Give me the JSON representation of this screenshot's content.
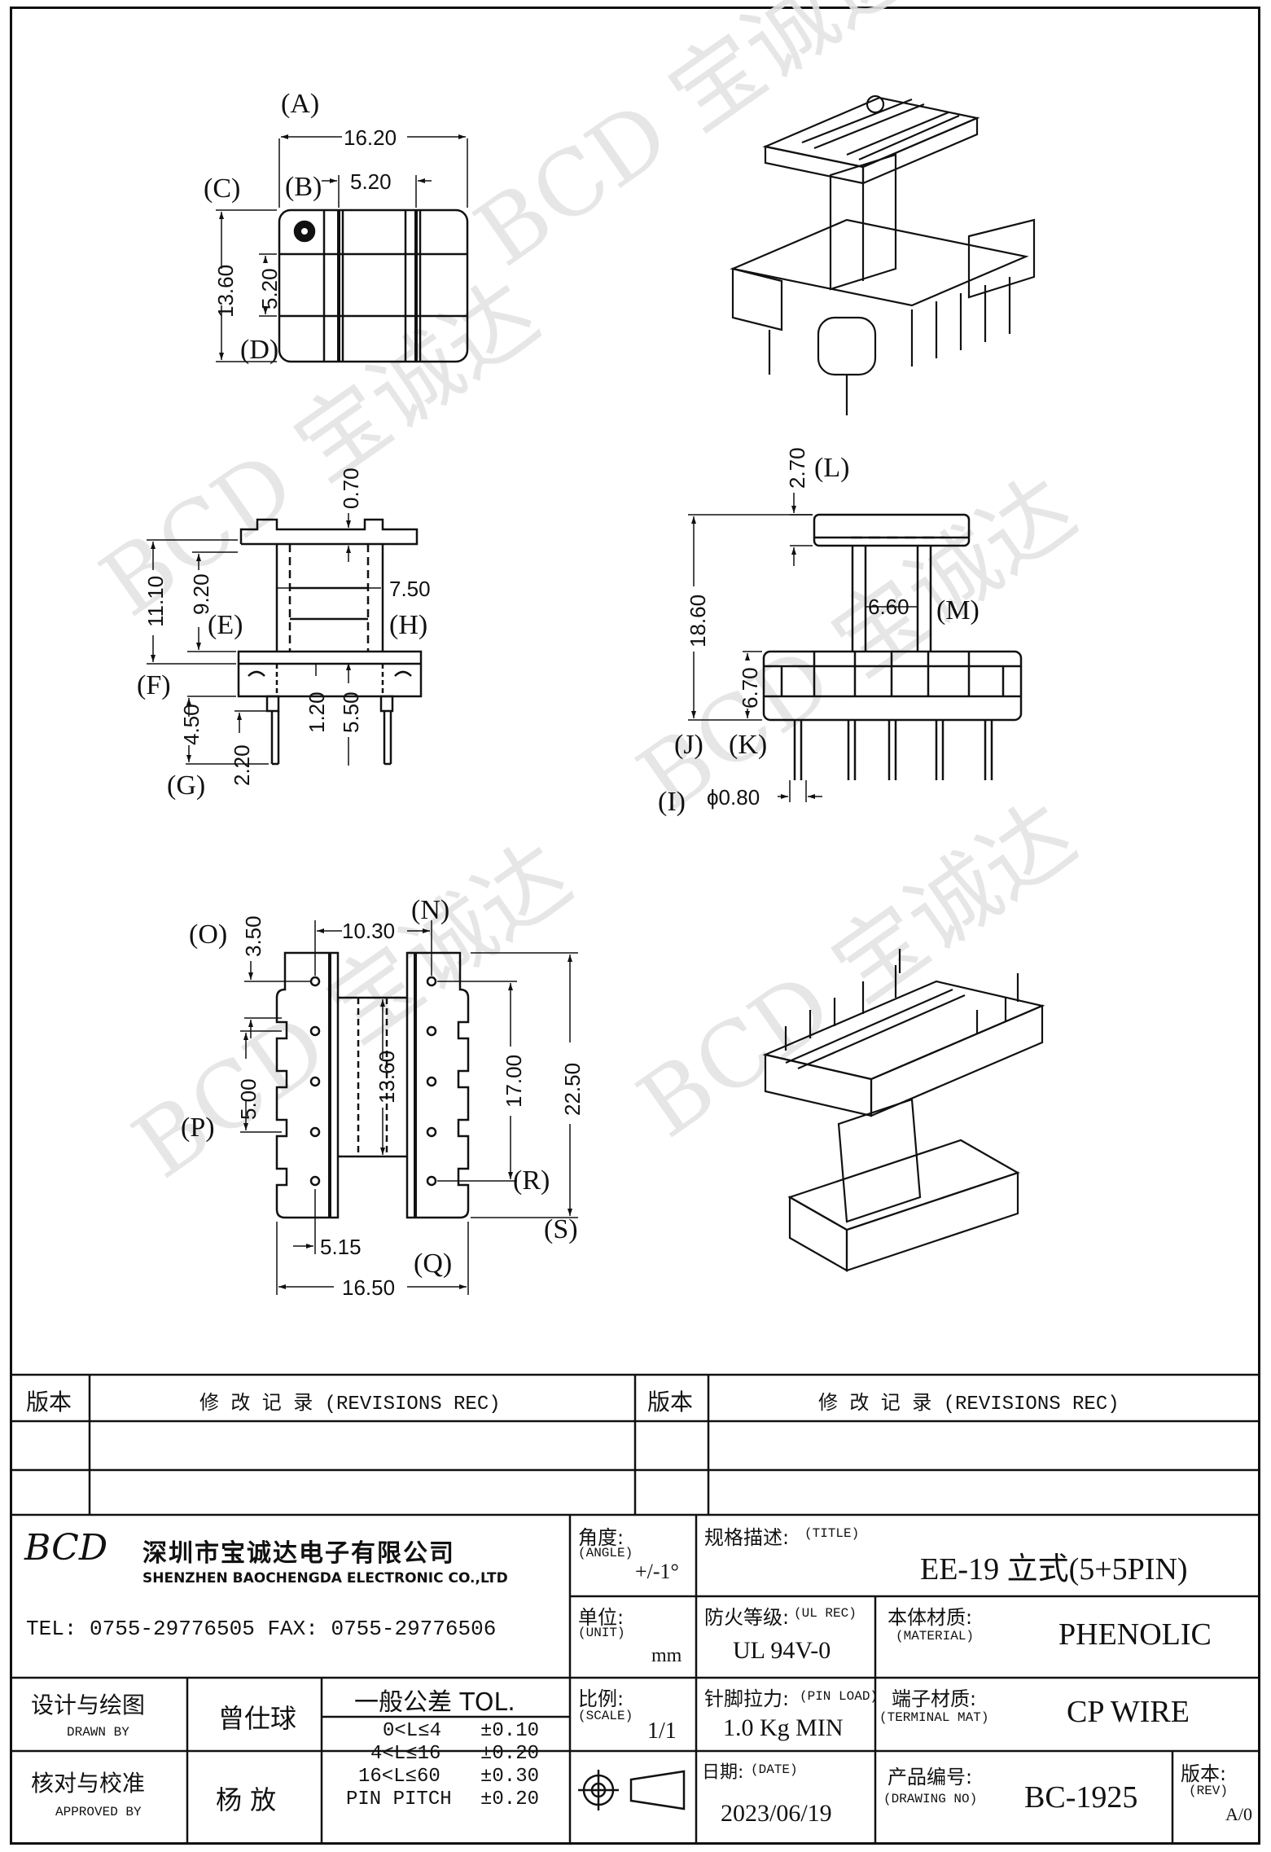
{
  "labels": {
    "A": "(A)",
    "B": "(B)",
    "C": "(C)",
    "D": "(D)",
    "E": "(E)",
    "F": "(F)",
    "G": "(G)",
    "H": "(H)",
    "I": "(I)",
    "J": "(J)",
    "K": "(K)",
    "L": "(L)",
    "M": "(M)",
    "N": "(N)",
    "O": "(O)",
    "P": "(P)",
    "Q": "(Q)",
    "R": "(R)",
    "S": "(S)"
  },
  "dims": {
    "A": "16.20",
    "B": "5.20",
    "C": "13.60",
    "D": "5.20",
    "v070": "0.70",
    "v750": "7.50",
    "v1110": "11.10",
    "v920": "9.20",
    "v550": "5.50",
    "v120": "1.20",
    "v450": "4.50",
    "v220": "2.20",
    "L": "2.70",
    "M": "6.60",
    "J": "18.60",
    "K": "6.70",
    "I": "ϕ0.80",
    "O": "3.50",
    "N": "10.30",
    "P": "5.00",
    "mid": "13.60",
    "R": "17.00",
    "S": "22.50",
    "Q": "5.15",
    "bottom": "16.50"
  },
  "watermark": "BCD 宝诚达",
  "revisions": {
    "ver_label": "版本",
    "rec_label": "修 改 记 录 (REVISIONS REC)"
  },
  "company": {
    "logo": "BCD",
    "name_cn": "深圳市宝诚达电子有限公司",
    "name_en": "SHENZHEN BAOCHENGDA ELECTRONIC CO.,LTD",
    "contact": "TEL: 0755-29776505  FAX: 0755-29776506"
  },
  "titleblock": {
    "angle_cn": "角度:",
    "angle_en": "(ANGLE)",
    "angle_val": "+/-1°",
    "title_cn": "规格描述:",
    "title_en": "(TITLE)",
    "title_val": "EE-19 立式(5+5PIN)",
    "unit_cn": "单位:",
    "unit_en": "(UNIT)",
    "unit_val": "mm",
    "fire_cn": "防火等级:",
    "fire_en": "(UL REC)",
    "fire_val": "UL 94V-0",
    "mat_cn": "本体材质:",
    "mat_en": "(MATERIAL)",
    "mat_val": "PHENOLIC",
    "design_cn": "设计与绘图",
    "design_en": "DRAWN BY",
    "design_val": "曾仕球",
    "tol_title": "一般公差 TOL.",
    "tol_rows": [
      {
        "range": "0<L≤4",
        "tol": "±0.10"
      },
      {
        "range": "4<L≤16",
        "tol": "±0.20"
      },
      {
        "range": "16<L≤60",
        "tol": "±0.30"
      },
      {
        "range": "PIN PITCH",
        "tol": "±0.20"
      }
    ],
    "scale_cn": "比例:",
    "scale_en": "(SCALE)",
    "scale_val": "1/1",
    "pin_cn": "针脚拉力:",
    "pin_en": "(PIN LOAD)",
    "pin_val": "1.0 Kg MIN",
    "term_cn": "端子材质:",
    "term_en": "(TERMINAL MAT)",
    "term_val": "CP WIRE",
    "check_cn": "核对与校准",
    "check_en": "APPROVED BY",
    "check_val": "杨  放",
    "date_cn": "日期:",
    "date_en": "(DATE)",
    "date_val": "2023/06/19",
    "no_cn": "产品编号:",
    "no_en": "(DRAWING NO)",
    "no_val": "BC-1925",
    "rev_cn": "版本:",
    "rev_en": "(REV)",
    "rev_val": "A/0"
  }
}
